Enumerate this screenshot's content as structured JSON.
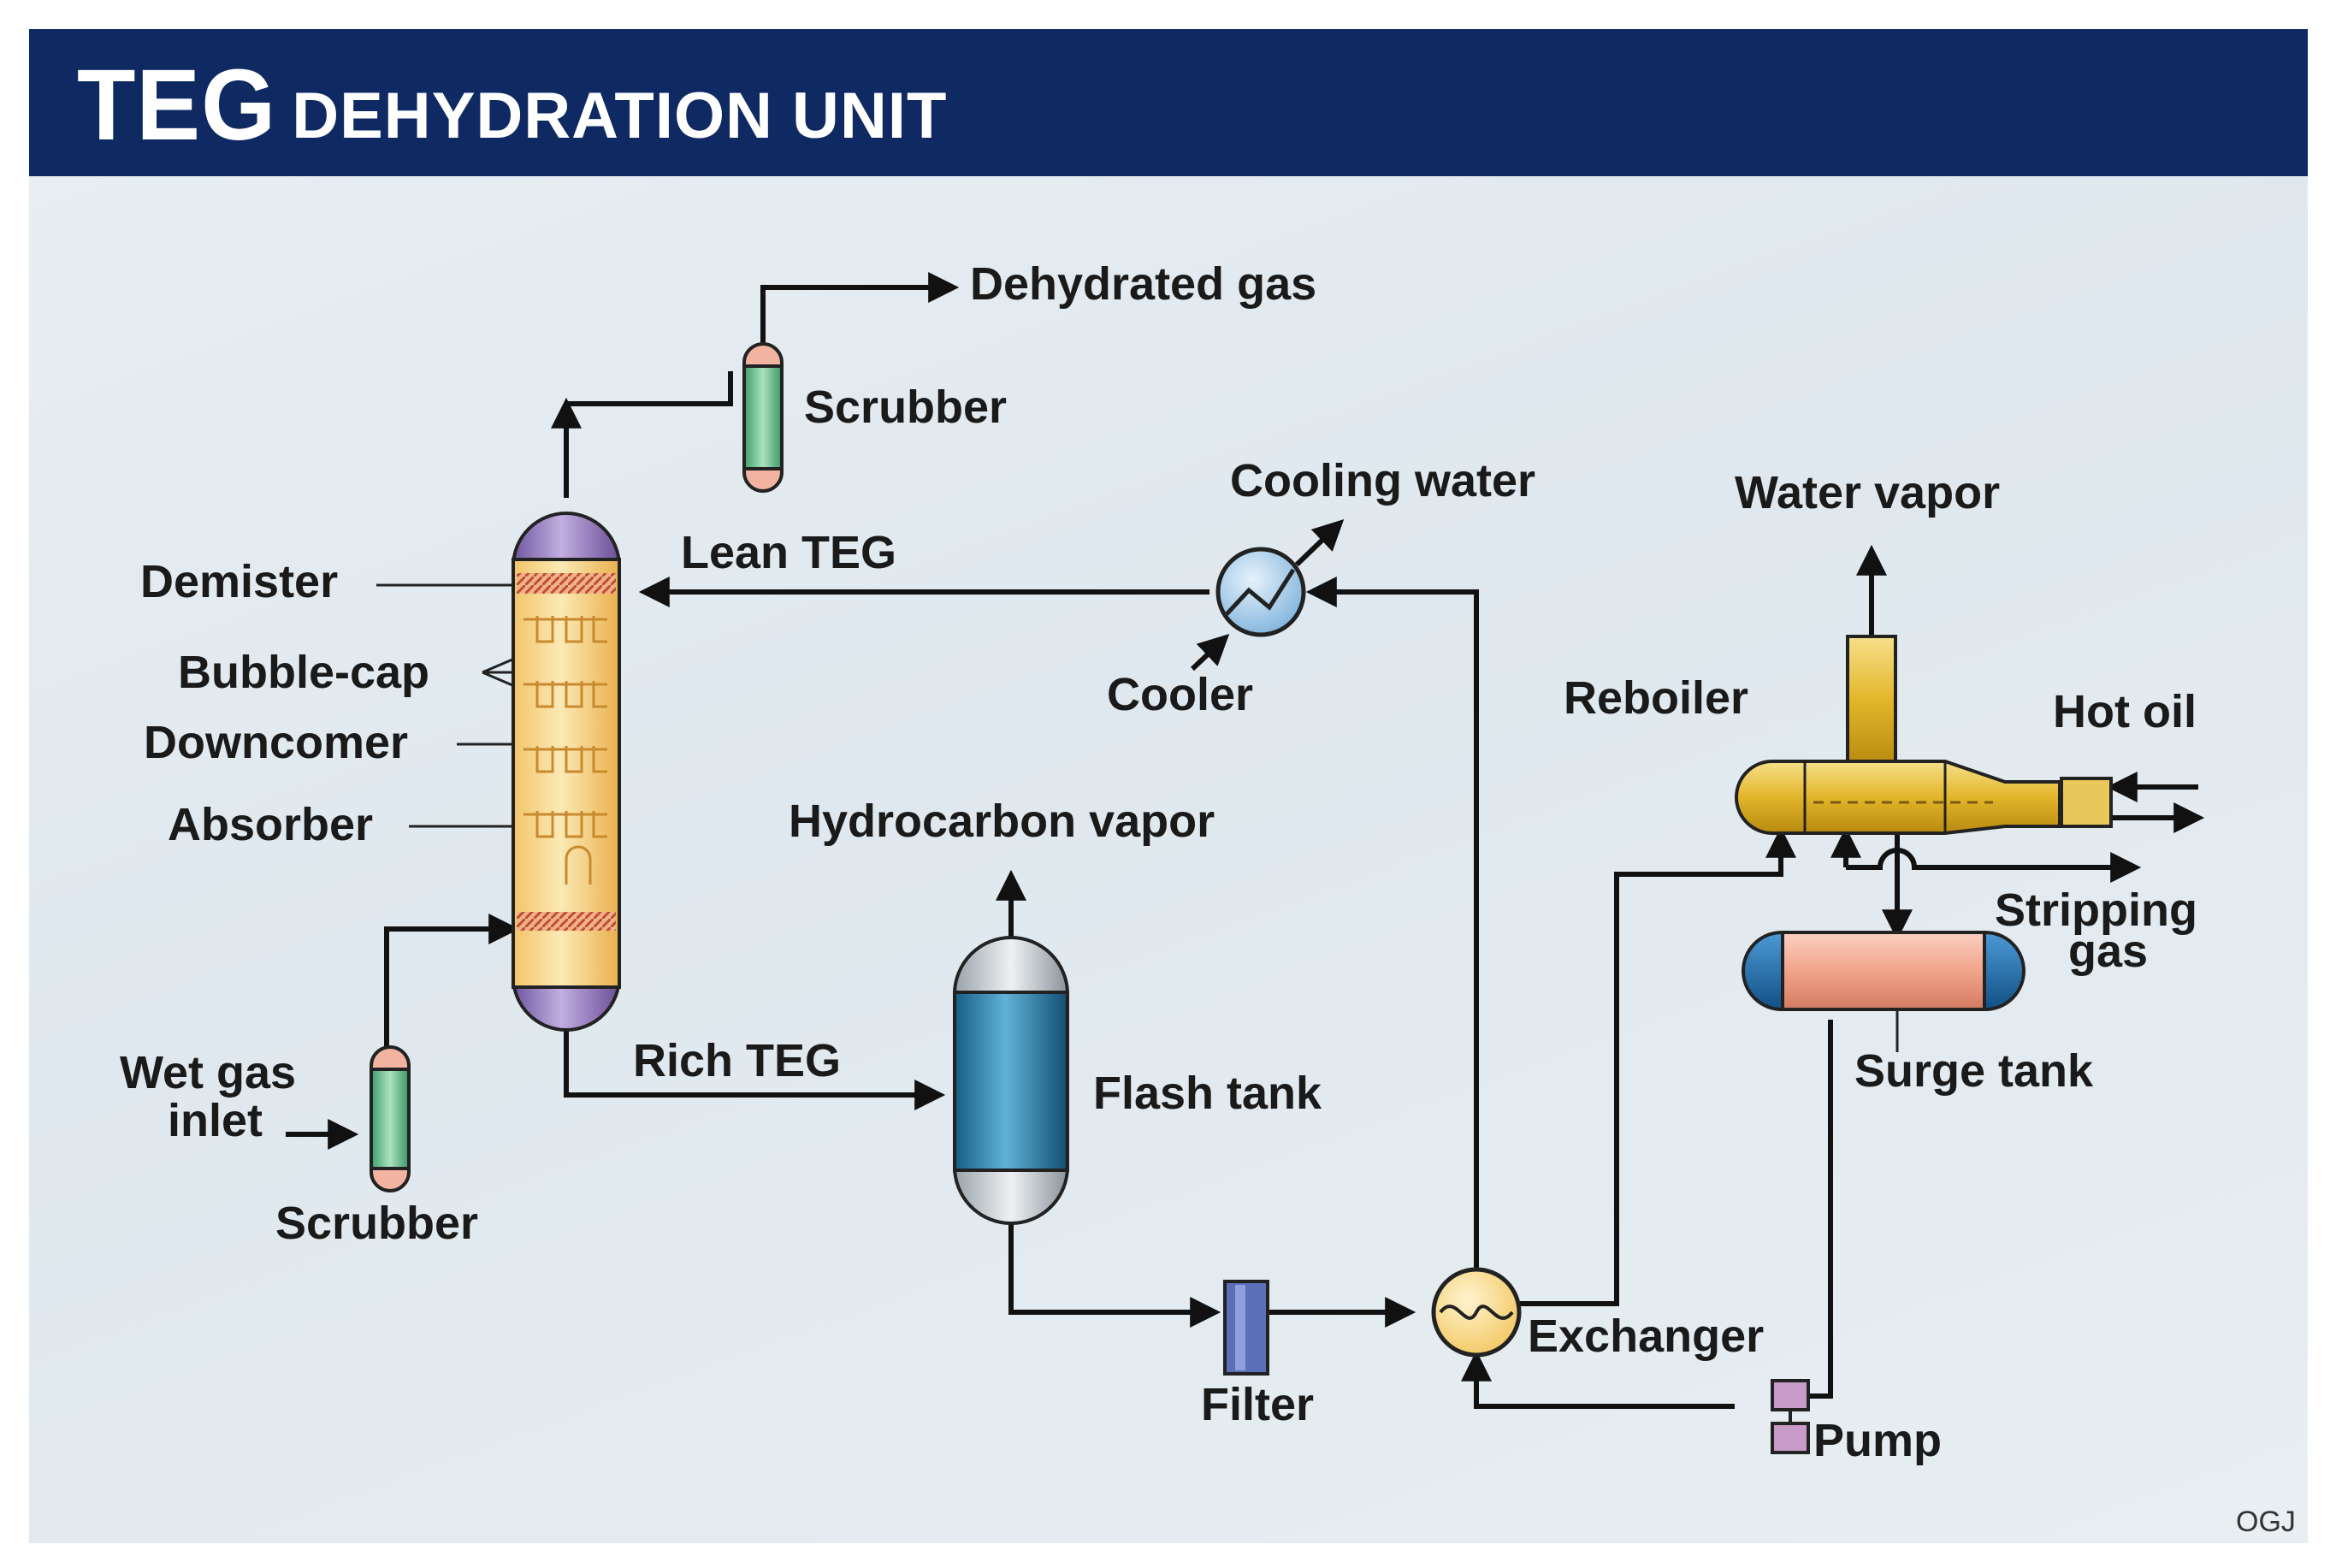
{
  "header": {
    "title_main": "TEG",
    "title_sub": "DEHYDRATION UNIT"
  },
  "labels": {
    "dehydrated_gas": "Dehydrated gas",
    "scrubber_top": "Scrubber",
    "cooling_water": "Cooling water",
    "water_vapor": "Water vapor",
    "demister": "Demister",
    "lean_teg": "Lean TEG",
    "bubble_cap": "Bubble-cap",
    "downcomer": "Downcomer",
    "cooler": "Cooler",
    "reboiler": "Reboiler",
    "hot_oil": "Hot oil",
    "absorber": "Absorber",
    "hydrocarbon_vapor": "Hydrocarbon vapor",
    "stripping_gas_1": "Stripping",
    "stripping_gas_2": "gas",
    "rich_teg": "Rich TEG",
    "surge_tank": "Surge tank",
    "wet_gas_1": "Wet gas",
    "wet_gas_2": "inlet",
    "flash_tank": "Flash tank",
    "scrubber_bottom": "Scrubber",
    "exchanger": "Exchanger",
    "filter": "Filter",
    "pump": "Pump"
  },
  "credit": "OGJ",
  "colors": {
    "header": "#0f2a63",
    "absorber_body": "#f7d98a",
    "absorber_caps": "#9a7fbf",
    "scrubber": "#78c99a",
    "flash_tank": "#2e7fa8",
    "reboiler": "#e6b830",
    "surge_tank": "#f0a890",
    "surge_caps": "#1f6fb0",
    "filter": "#5a6fb8",
    "pump": "#c79ac8",
    "lines": "#111111"
  }
}
